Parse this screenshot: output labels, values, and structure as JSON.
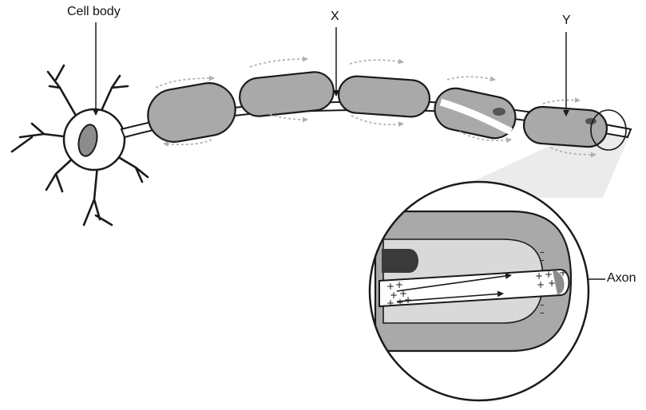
{
  "labels": {
    "cell_body": "Cell body",
    "x": "X",
    "y": "Y",
    "axon": "Axon"
  },
  "charges": {
    "plus": "+",
    "minus": "–"
  },
  "colors": {
    "sheath_fill": "#a9a9a9",
    "inner_layer": "#d9d9d9",
    "stroke": "#1a1a1a",
    "current_arrows": "#b0b0b0",
    "nucleus": "#8c8c8c",
    "magnifier_cone": "#e6e6e6"
  }
}
